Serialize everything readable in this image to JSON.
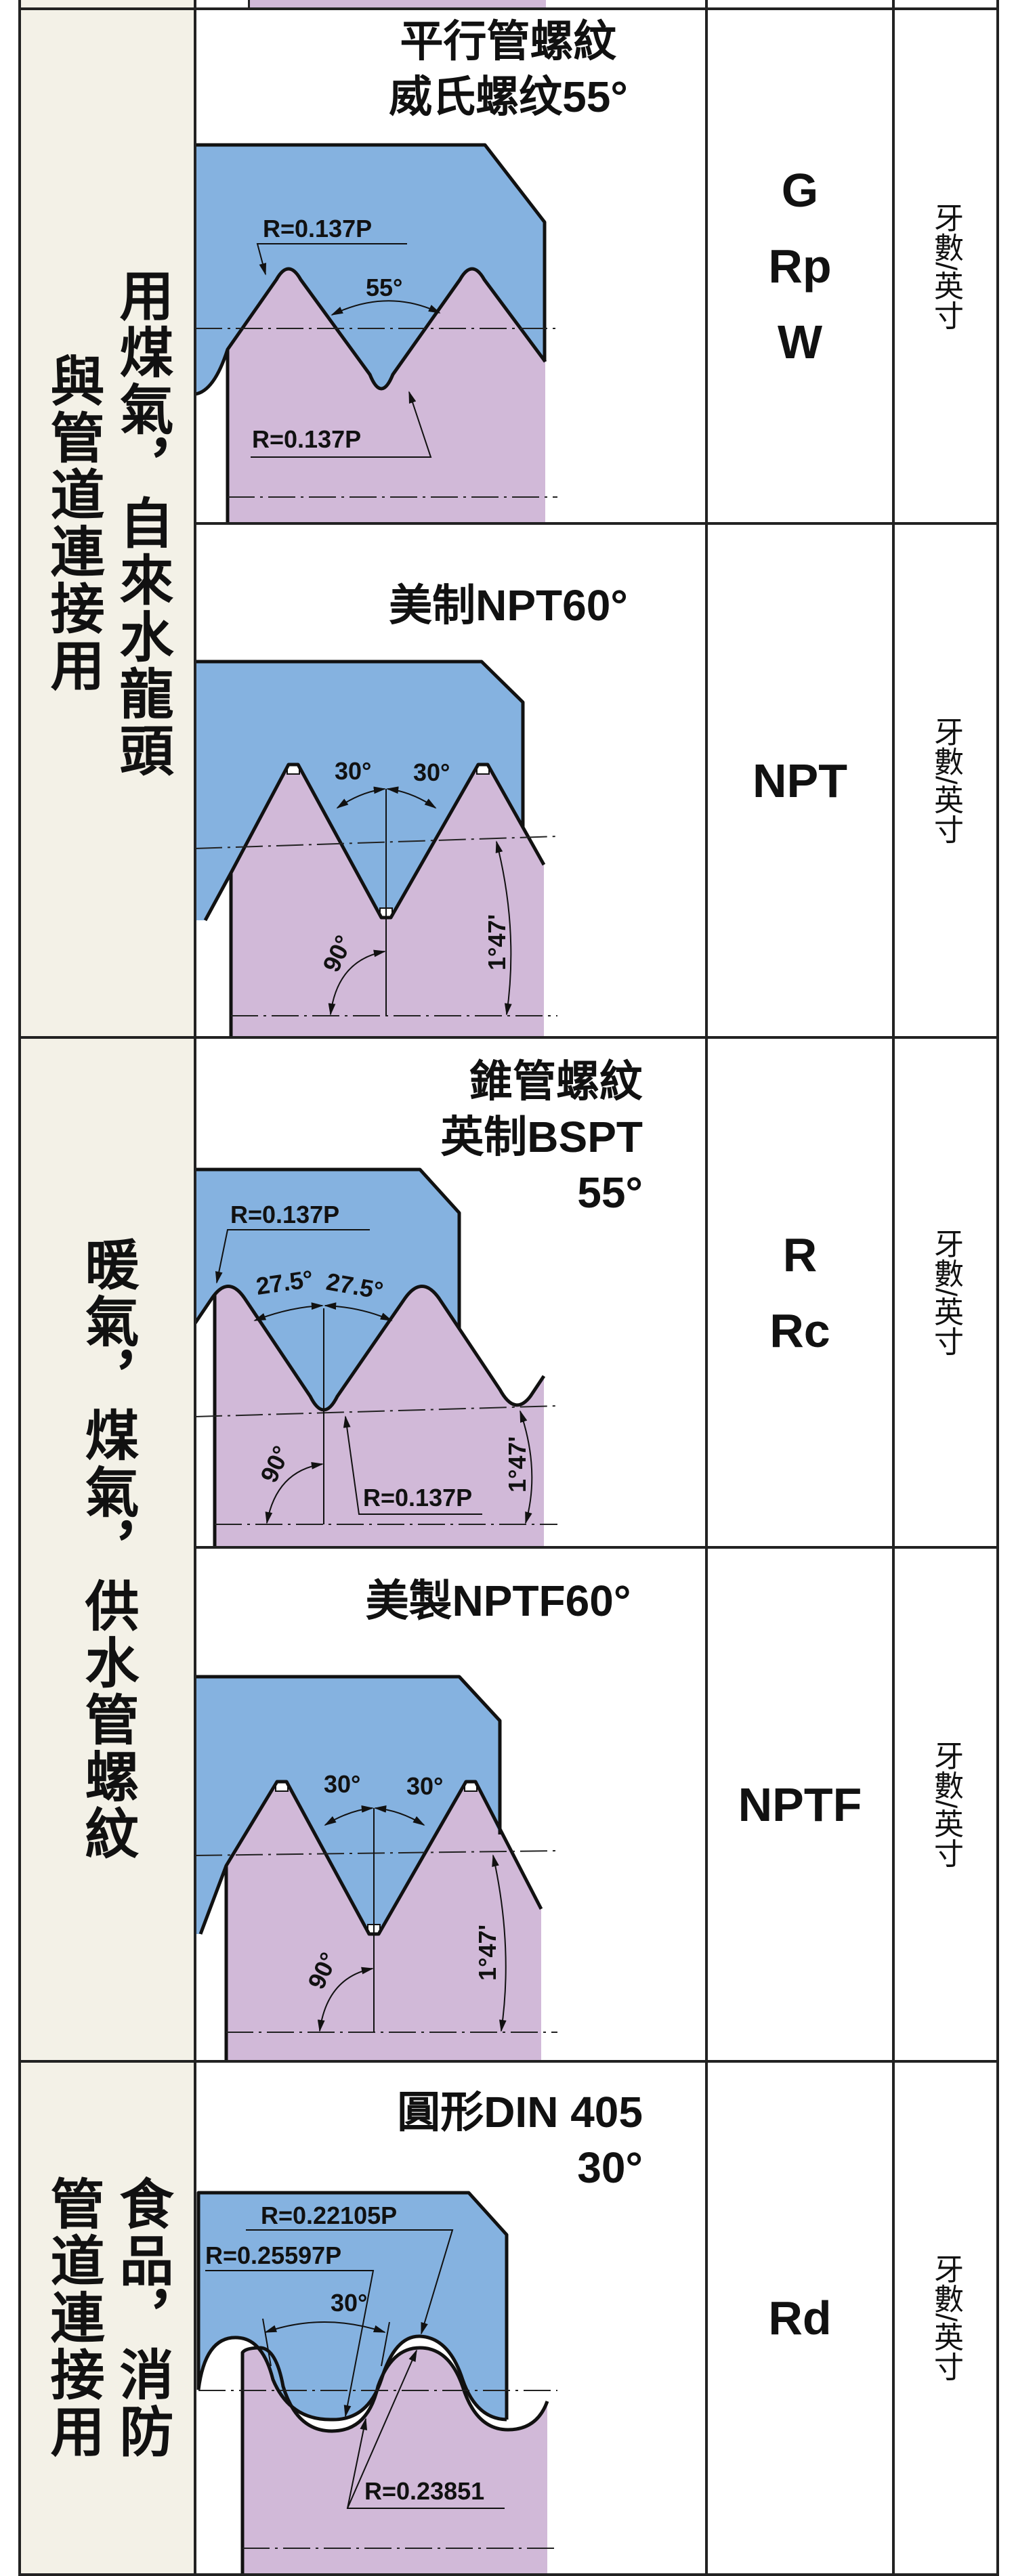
{
  "colors": {
    "category_bg": "#f3f1e7",
    "internal_thread": "#85b2e0",
    "external_thread": "#d1b9d8",
    "border": "#222222"
  },
  "groups": [
    {
      "lines": [
        "用煤氣，自來水龍頭",
        "與管道連接用"
      ]
    },
    {
      "lines": [
        "暖氣，煤氣，供水管螺紋"
      ]
    },
    {
      "lines": [
        "食品，消防",
        "管道連接用"
      ]
    }
  ],
  "rows": [
    {
      "title": [
        "平行管螺紋",
        "威氏螺纹55°"
      ],
      "codes": [
        "G",
        "Rp",
        "W"
      ],
      "unit": "牙數/英寸",
      "labels": {
        "radius_top": "R=0.137P",
        "angle": "55°",
        "radius_bottom": "R=0.137P"
      }
    },
    {
      "title": [
        "美制NPT60°"
      ],
      "codes": [
        "NPT"
      ],
      "unit": "牙數/英寸",
      "labels": {
        "half_angle_left": "30°",
        "half_angle_right": "30°",
        "right_angle": "90°",
        "taper": "1°47'"
      }
    },
    {
      "title": [
        "錐管螺紋",
        "英制BSPT",
        "55°"
      ],
      "codes": [
        "R",
        "Rc"
      ],
      "unit": "牙數/英寸",
      "labels": {
        "radius_top": "R=0.137P",
        "half_angle_left": "27.5°",
        "half_angle_right": "27.5°",
        "right_angle": "90°",
        "radius_bottom": "R=0.137P",
        "taper": "1°47'"
      }
    },
    {
      "title": [
        "美製NPTF60°"
      ],
      "codes": [
        "NPTF"
      ],
      "unit": "牙數/英寸",
      "labels": {
        "half_angle_left": "30°",
        "half_angle_right": "30°",
        "right_angle": "90°",
        "taper": "1°47'"
      }
    },
    {
      "title": [
        "圓形DIN 405",
        "30°"
      ],
      "codes": [
        "Rd"
      ],
      "unit": "牙數/英寸",
      "labels": {
        "radius_1": "R=0.22105P",
        "radius_2": "R=0.25597P",
        "angle": "30°",
        "radius_3": "R=0.23851"
      }
    }
  ]
}
